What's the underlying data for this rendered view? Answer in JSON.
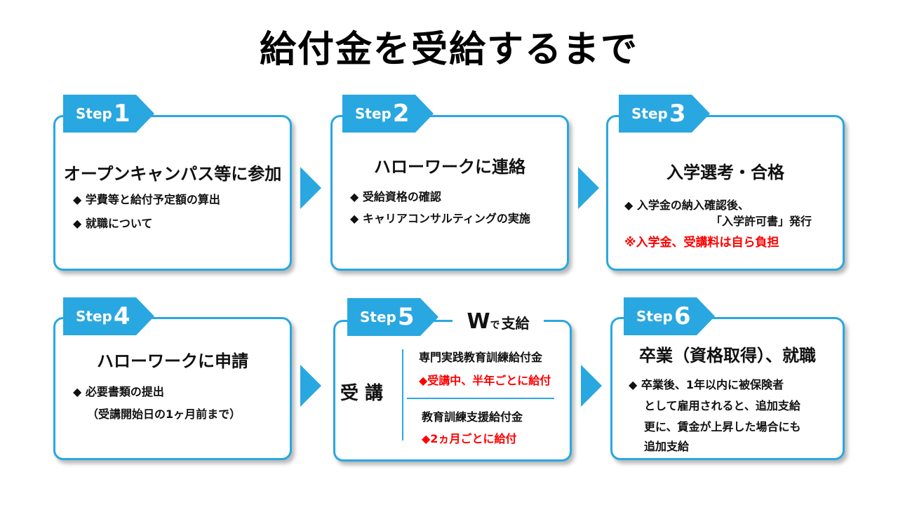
{
  "title": "給付金を受給するまで",
  "step_word": "Step",
  "steps": [
    {
      "num": "1",
      "heading": "オープンキャンパス等に参加",
      "items": [
        "◆ 学費等と給付予定額の算出",
        "◆ 就職について"
      ]
    },
    {
      "num": "2",
      "heading": "ハローワークに連絡",
      "items": [
        "◆ 受給資格の確認",
        "◆ キャリアコンサルティングの実施"
      ]
    },
    {
      "num": "3",
      "heading": "入学選考・合格",
      "items": [
        "◆ 入学金の納入確認後、",
        "「入学許可書」発行"
      ],
      "note": "※入学金、受講料は自ら負担"
    },
    {
      "num": "4",
      "heading": "ハローワークに申請",
      "items": [
        "◆ 必要書類の提出",
        "（受講開始日の1ヶ月前まで）"
      ]
    },
    {
      "num": "5",
      "heading": "受 講",
      "w_big": "W",
      "w_small": "で",
      "w_rest": "支給",
      "benefit1": "専門実践教育訓練給付金",
      "benefit1_note": "◆受講中、半年ごとに給付",
      "benefit2": "教育訓練支援給付金",
      "benefit2_note": "◆2ヵ月ごとに給付"
    },
    {
      "num": "6",
      "heading": "卒業（資格取得）、就職",
      "items": [
        "◆ 卒業後、1年以内に被保険者",
        "として雇用されると、追加支給",
        "更に、賃金が上昇した場合にも",
        "追加支給"
      ]
    }
  ],
  "colors": {
    "accent": "#29a7e1",
    "alert": "#ff0000"
  }
}
